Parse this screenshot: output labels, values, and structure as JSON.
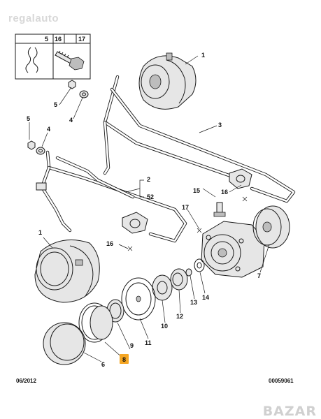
{
  "watermark": {
    "site": "regalauto",
    "brand": "BAZAR"
  },
  "inset": {
    "labels": [
      "5",
      "16",
      "17"
    ]
  },
  "callouts": {
    "p1_top": "1",
    "p1_left": "1",
    "p2": "2",
    "p3": "3",
    "p4a": "4",
    "p4b": "4",
    "p5a": "5",
    "p5b": "5",
    "p6": "6",
    "p7": "7",
    "p8": "8",
    "p9": "9",
    "p10": "10",
    "p11": "11",
    "p12": "12",
    "p13": "13",
    "p14": "14",
    "p15": "15",
    "p16a": "16",
    "p16b": "16",
    "p17": "17",
    "p52": "52"
  },
  "highlight_color": "#f5a623",
  "footer": {
    "date": "06/2012",
    "reference": "00059061"
  }
}
